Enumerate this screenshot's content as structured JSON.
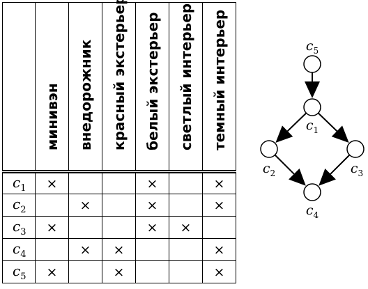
{
  "attributes": [
    "минивэн",
    "внедорожник",
    "красный экстерьер",
    "белый экстерьер",
    "светлый интерьер",
    "темный интерьер"
  ],
  "objects": [
    {
      "name": "c",
      "sub": "1",
      "marks": [
        true,
        false,
        false,
        true,
        false,
        true
      ]
    },
    {
      "name": "c",
      "sub": "2",
      "marks": [
        false,
        true,
        false,
        true,
        false,
        true
      ]
    },
    {
      "name": "c",
      "sub": "3",
      "marks": [
        true,
        false,
        false,
        true,
        true,
        false
      ]
    },
    {
      "name": "c",
      "sub": "4",
      "marks": [
        false,
        true,
        true,
        false,
        false,
        true
      ]
    },
    {
      "name": "c",
      "sub": "5",
      "marks": [
        true,
        false,
        true,
        false,
        false,
        true
      ]
    }
  ],
  "mark_symbol": "×",
  "lattice": {
    "nodes": [
      {
        "id": "c5",
        "name": "c",
        "sub": "5"
      },
      {
        "id": "c1",
        "name": "c",
        "sub": "1"
      },
      {
        "id": "c2",
        "name": "c",
        "sub": "2"
      },
      {
        "id": "c3",
        "name": "c",
        "sub": "3"
      },
      {
        "id": "c4",
        "name": "c",
        "sub": "4"
      }
    ],
    "edges": [
      [
        "c5",
        "c1"
      ],
      [
        "c1",
        "c2"
      ],
      [
        "c1",
        "c3"
      ],
      [
        "c2",
        "c4"
      ],
      [
        "c3",
        "c4"
      ]
    ]
  }
}
